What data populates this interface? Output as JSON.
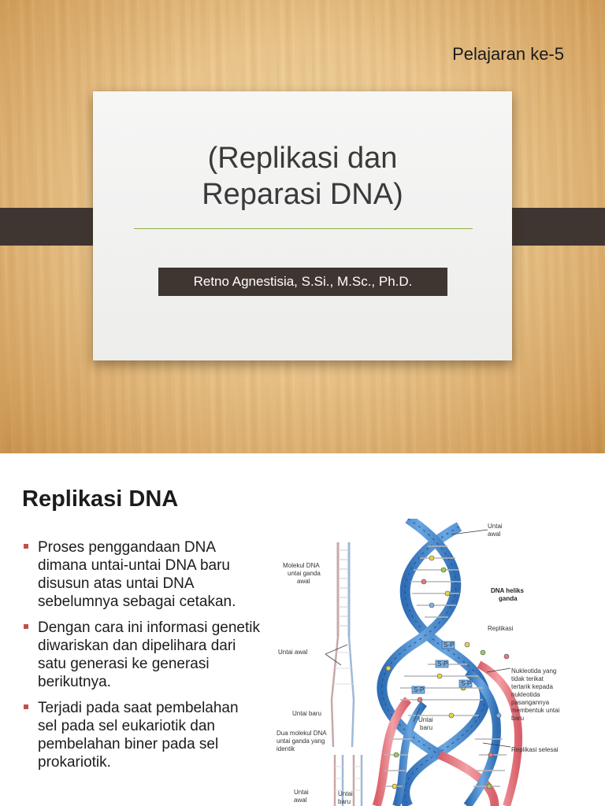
{
  "slide1": {
    "lesson_label": "Pelajaran ke-5",
    "title": "(Replikasi dan\nReparasi DNA)",
    "author": "Retno Agnestisia, S.Si., M.Sc., Ph.D."
  },
  "slide2": {
    "title": "Replikasi DNA",
    "bullets": [
      "Proses penggandaan DNA dimana untai-untai DNA baru disusun atas untai  DNA sebelumnya sebagai cetakan.",
      "Dengan cara ini informasi genetik diwariskan dan dipelihara dari satu generasi ke generasi berikutnya.",
      "Terjadi pada saat pembelahan sel pada sel eukariotik dan pembelahan biner pada sel prokariotik."
    ],
    "figure_labels": {
      "molekul": [
        "Molekul DNA",
        "untai ganda",
        "awal"
      ],
      "untai_awal_top": [
        "Untai",
        "awal"
      ],
      "heliks": [
        "DNA heliks",
        "ganda"
      ],
      "replikasi": "Replikasi",
      "untai_awal_mid": "Untai awal",
      "nukleotida": [
        "Nukleotida yang",
        "tidak terikat",
        "tertarik kepada",
        "nukleotida",
        "pasangannya",
        "membentuk untai",
        "baru"
      ],
      "untai_baru_left": "Untai baru",
      "untai_baru_mid": [
        "Untai",
        "baru"
      ],
      "dua_molekul": [
        "Dua molekul DNA",
        "untai ganda yang",
        "identik"
      ],
      "replikasi_selesai": "Replikasi selesai",
      "bottom_untai_awal": [
        "Untai",
        "awal"
      ],
      "bottom_untai_baru": [
        "Untai",
        "baru"
      ],
      "sp": "S-P"
    },
    "colors": {
      "bullet": "#c0504d",
      "strand_blue": "#4a86c8",
      "strand_pink": "#e07a80",
      "accent_line": "#8fb04a"
    }
  }
}
